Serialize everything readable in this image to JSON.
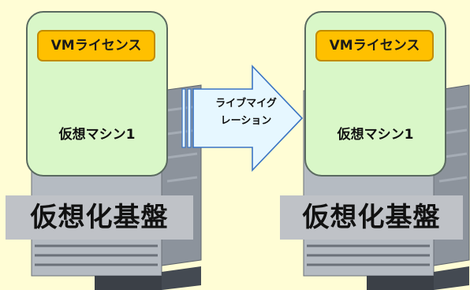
{
  "servers": [
    {
      "license_label": "VMライセンス",
      "vm_label": "仮想マシン1",
      "platform_label": "仮想化基盤"
    },
    {
      "license_label": "VMライセンス",
      "vm_label": "仮想マシン1",
      "platform_label": "仮想化基盤"
    }
  ],
  "arrow": {
    "line1": "ライブマイグ",
    "line2": "レーション"
  },
  "colors": {
    "background": "#fffdd5",
    "vm_fill": "#d9f7c8",
    "license_fill": "#ffc000",
    "arrow_fill": "#e6f7ff",
    "arrow_stroke": "#3a74c4",
    "platform_fill": "#bfc2c7"
  }
}
